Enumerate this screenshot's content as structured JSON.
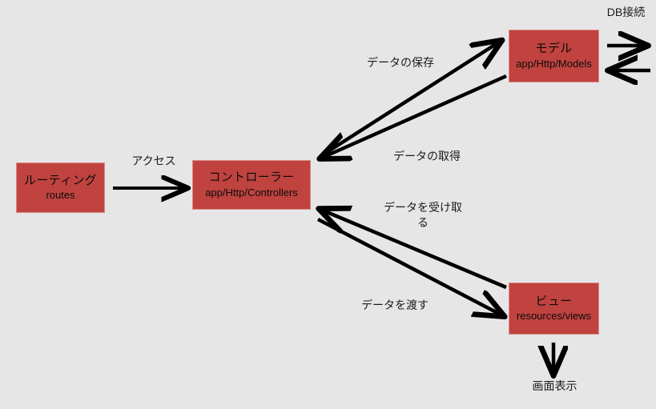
{
  "diagram": {
    "title": "Laravel MVC flow diagram",
    "background_color": "#e6e6e6",
    "node_fill_color": "#c0433f",
    "text_color": "#1a1a1a",
    "arrow_color": "#000000"
  },
  "nodes": {
    "routing": {
      "title": "ルーティング",
      "sub": "routes"
    },
    "controller": {
      "title": "コントローラー",
      "sub": "app/Http/Controllers"
    },
    "model": {
      "title": "モデル",
      "sub": "app/Http/Models"
    },
    "view": {
      "title": "ビュー",
      "sub": "resources/views"
    }
  },
  "labels": {
    "access": "アクセス",
    "save_data": "データの保存",
    "fetch_data": "データの取得",
    "receive_data": "データを受け取\nる",
    "pass_data": "データを渡す",
    "db_connect": "DB接続",
    "screen_display": "画面表示"
  },
  "edges": [
    {
      "name": "routing-to-controller",
      "from": "routing",
      "to": "controller",
      "label": "アクセス"
    },
    {
      "name": "controller-to-model",
      "from": "controller",
      "to": "model",
      "label": "データの保存"
    },
    {
      "name": "model-to-controller",
      "from": "model",
      "to": "controller",
      "label": "データの取得"
    },
    {
      "name": "view-to-controller",
      "from": "view",
      "to": "controller",
      "label": "データを受け取る"
    },
    {
      "name": "controller-to-view",
      "from": "controller",
      "to": "view",
      "label": "データを渡す"
    },
    {
      "name": "model-to-db",
      "from": "model",
      "to": "database",
      "label": "DB接続"
    },
    {
      "name": "db-to-model",
      "from": "database",
      "to": "model",
      "label": "DB接続"
    },
    {
      "name": "view-to-screen",
      "from": "view",
      "to": "screen",
      "label": "画面表示"
    }
  ]
}
